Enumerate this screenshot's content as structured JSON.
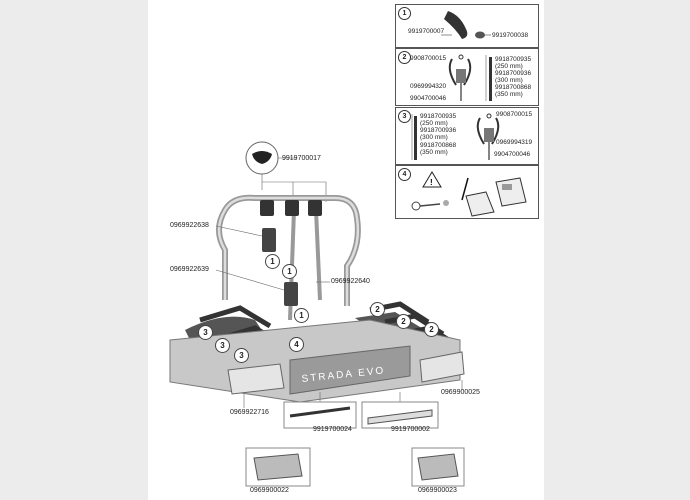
{
  "steps": {
    "s1": {
      "number": "1",
      "part_a": "9919700007",
      "part_b": "9919700038"
    },
    "s2": {
      "number": "2",
      "top": "9908700015",
      "mid": "0969994320",
      "bottom": "9904700046",
      "sizes": [
        "9918700935",
        "(250 mm)",
        "9918700936",
        "(300 mm)",
        "9918700868",
        "(350 mm)"
      ]
    },
    "s3": {
      "number": "3",
      "sizes": [
        "9918700935",
        "(250 mm)",
        "9918700936",
        "(300 mm)",
        "9918700868",
        "(350 mm)"
      ],
      "top": "9908700015",
      "mid": "0969994319",
      "bottom": "9904700046"
    },
    "s4": {
      "number": "4"
    }
  },
  "main": {
    "brand": "STRADA EVO",
    "parts": {
      "p_strap_top": "9919700017",
      "p_clamp1": "0969922638",
      "p_clamp2": "0969922639",
      "p_arm": "0969922640",
      "p_light_left": "0969922716",
      "p_light_right": "0969900025",
      "p_strip1": "9919700024",
      "p_strip2": "9919700002",
      "p_lamp_left": "0969900022",
      "p_lamp_right": "0969900023"
    },
    "callouts": [
      "1",
      "1",
      "1",
      "2",
      "2",
      "2",
      "3",
      "3",
      "3",
      "4"
    ]
  }
}
